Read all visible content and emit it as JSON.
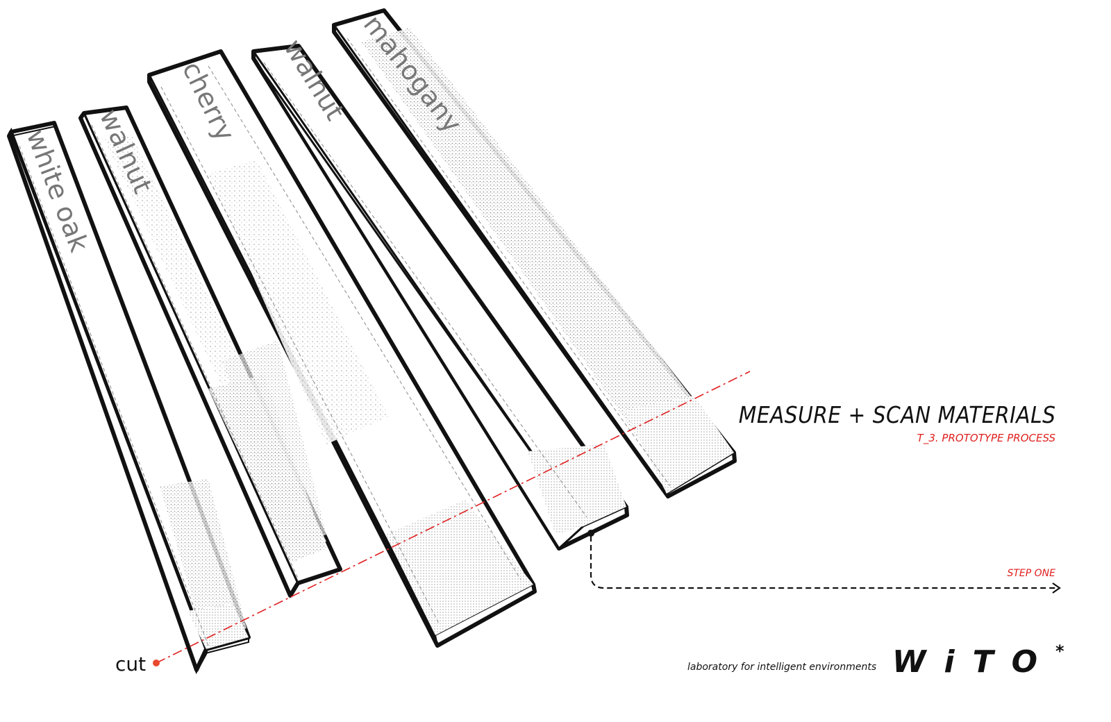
{
  "title": "MEASURE + SCAN MATERIALS",
  "subtitle": "T_3. PROTOTYPE PROCESS",
  "step_label": "STEP ONE",
  "cut_label": "cut",
  "tagline": "laboratory for intelligent environments",
  "logo_text": "WiTO",
  "logo_mark": "*",
  "boards": [
    {
      "label": "white oak"
    },
    {
      "label": "walnut"
    },
    {
      "label": "cherry"
    },
    {
      "label": "walnut"
    },
    {
      "label": "mahogany"
    }
  ],
  "colors": {
    "accent": "#e01e1e",
    "outline": "#111111",
    "label": "#777777"
  }
}
